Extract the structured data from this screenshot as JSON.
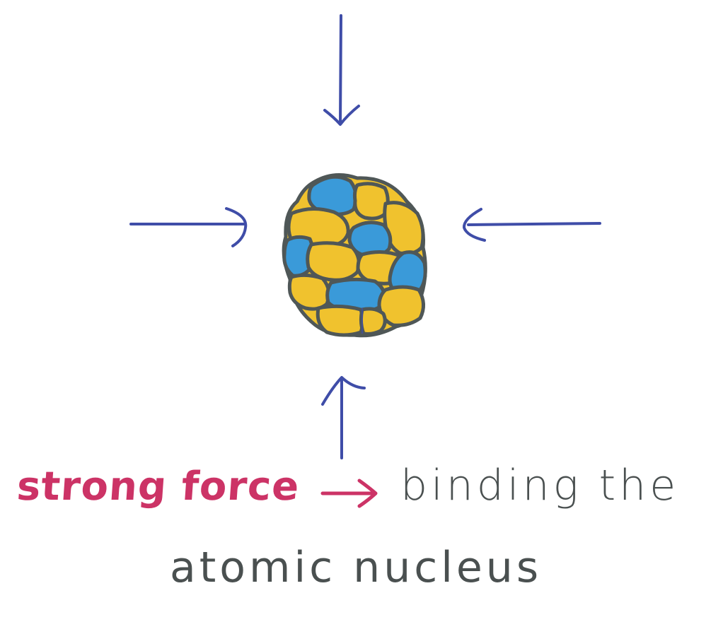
{
  "diagram": {
    "colors": {
      "arrow": "#3f4da8",
      "proton": "#3a9ad9",
      "neutron": "#f0c22e",
      "outline": "#4f5757",
      "highlight": "#cc3366",
      "text": "#4a5050"
    },
    "nucleus": {
      "name": "atomic-nucleus",
      "particle_kinds": [
        "proton",
        "neutron"
      ]
    },
    "arrows": [
      {
        "name": "arrow-from-top",
        "direction": "down"
      },
      {
        "name": "arrow-from-left",
        "direction": "right"
      },
      {
        "name": "arrow-from-right",
        "direction": "left"
      },
      {
        "name": "arrow-from-bottom",
        "direction": "up"
      }
    ]
  },
  "caption": {
    "term": "strong force",
    "arrow_icon": "right-arrow-icon",
    "description_line1": "binding the",
    "description_line2": "atomic nucleus"
  }
}
